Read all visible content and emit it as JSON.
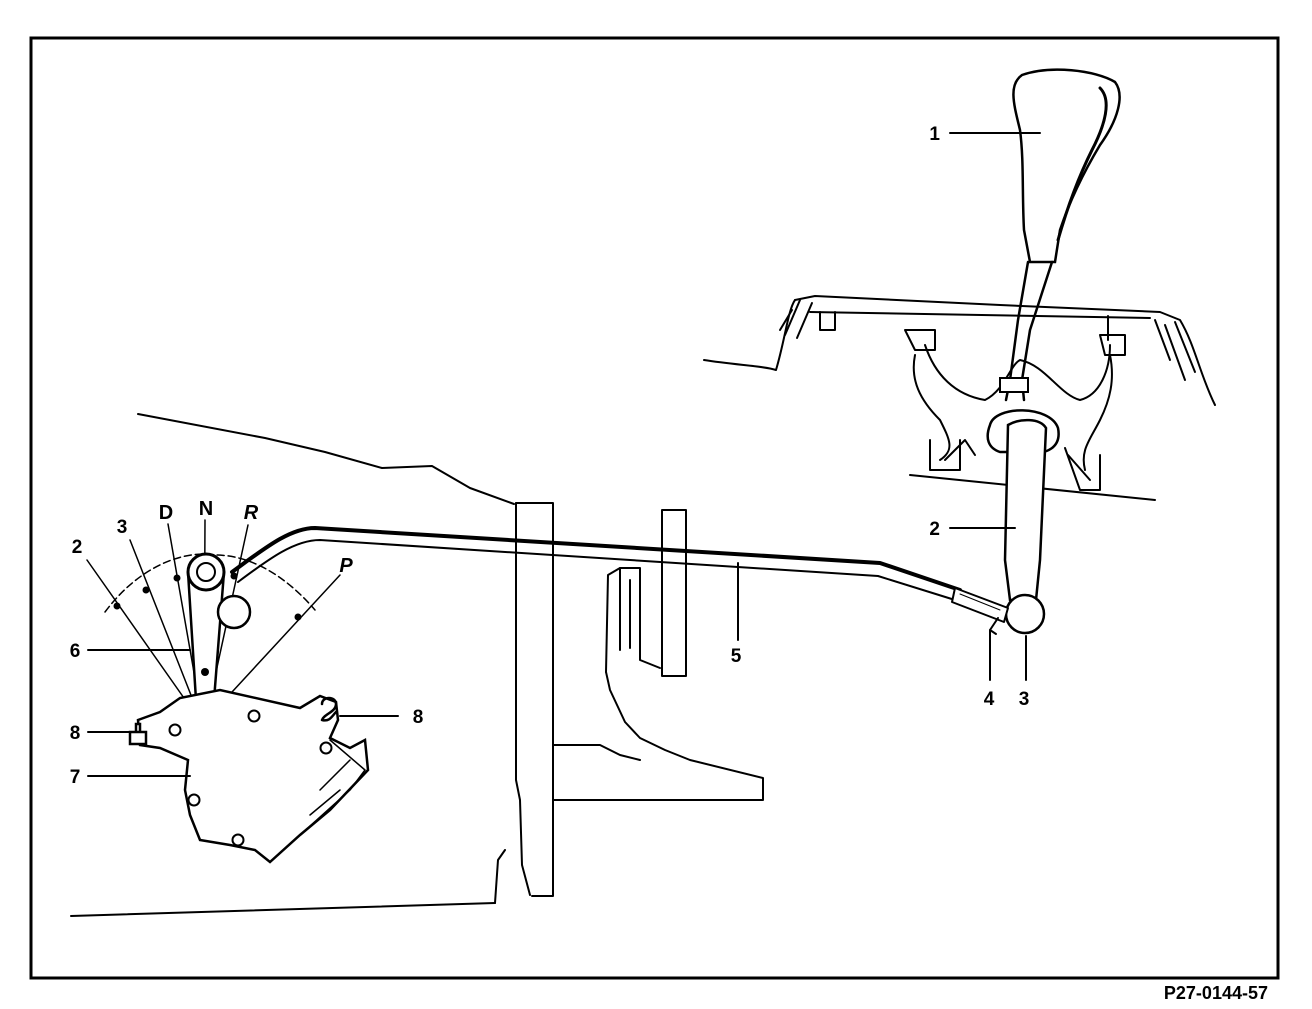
{
  "figure_id": "P27-0144-57",
  "callouts": {
    "c1": "1",
    "c2_left": "2",
    "c2_right": "2",
    "c3_left": "3",
    "c3_right": "3",
    "c4": "4",
    "c5": "5",
    "c6": "6",
    "c7": "7",
    "c8_left": "8",
    "c8_right": "8"
  },
  "gate_labels": {
    "drive": "D",
    "neutral": "N",
    "reverse": "R",
    "park": "P"
  }
}
